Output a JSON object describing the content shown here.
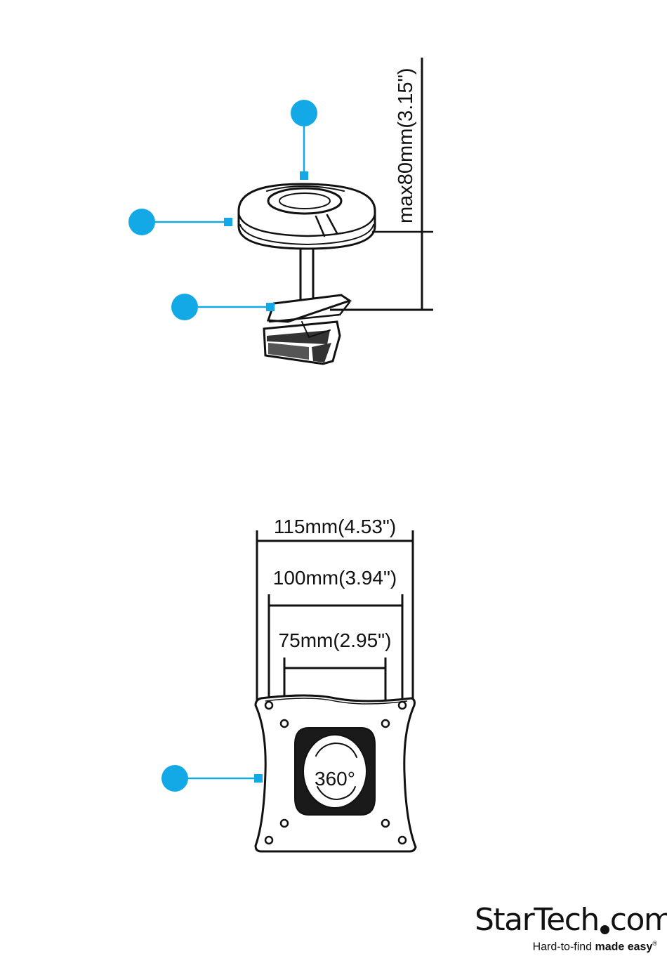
{
  "diagram": {
    "clamp_height_dim": "max80mm(3.15\")",
    "vesa_dims": {
      "outer": "115mm(4.53\")",
      "middle": "100mm(3.94\")",
      "inner": "75mm(2.95\")"
    },
    "rotation_label": "360°"
  },
  "logo": {
    "brand_part1": "StarTech",
    "brand_part2": "com",
    "tagline_plain": "Hard-to-find ",
    "tagline_bold": "made easy",
    "registered": "®"
  },
  "colors": {
    "callout": "#12a9e6",
    "ink": "#111111"
  }
}
